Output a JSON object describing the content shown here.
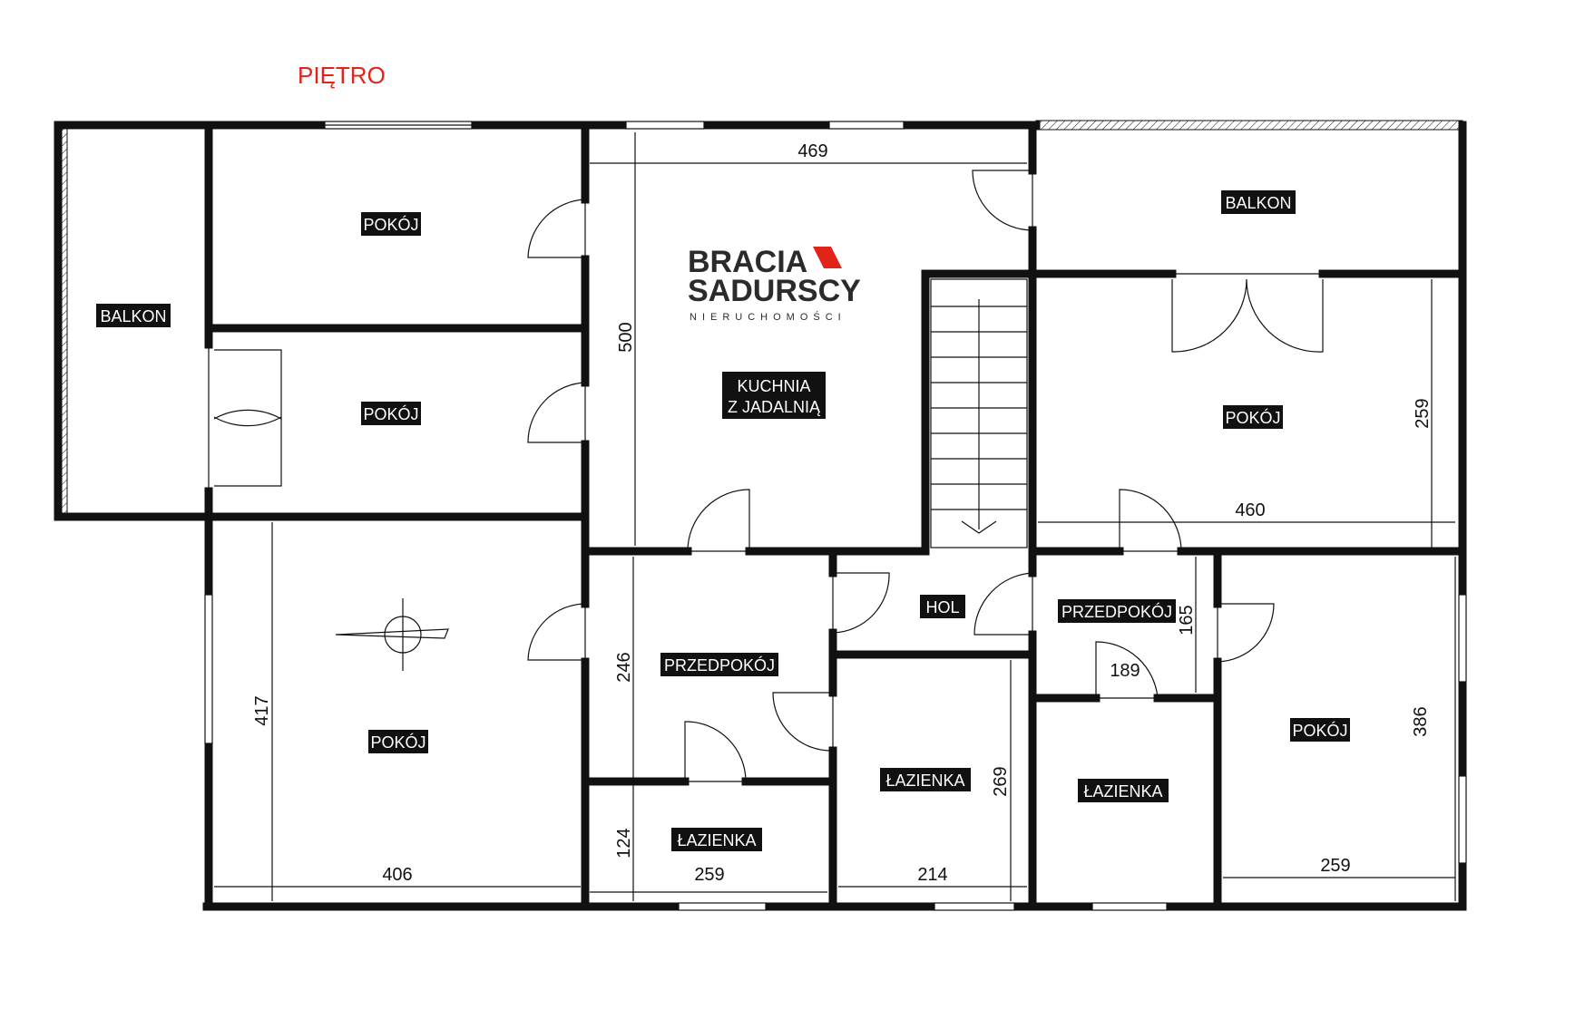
{
  "title": "PIĘTRO",
  "brand": {
    "line1": "BRACIA",
    "line2": "SADURSCY",
    "line3": "NIERUCHOMOŚCI",
    "accent_color": "#e2231a"
  },
  "rooms": [
    {
      "id": "balkon-left",
      "label": "BALKON"
    },
    {
      "id": "pokoj-top-left",
      "label": "POKÓJ"
    },
    {
      "id": "pokoj-mid-left",
      "label": "POKÓJ"
    },
    {
      "id": "kuchnia",
      "label": "KUCHNIA",
      "label2": "Z JADALNIĄ"
    },
    {
      "id": "balkon-right",
      "label": "BALKON"
    },
    {
      "id": "pokoj-right",
      "label": "POKÓJ"
    },
    {
      "id": "pokoj-bottom-left",
      "label": "POKÓJ"
    },
    {
      "id": "przedpokoj-left",
      "label": "PRZEDPOKÓJ"
    },
    {
      "id": "hol",
      "label": "HOL"
    },
    {
      "id": "przedpokoj-right",
      "label": "PRZEDPOKÓJ"
    },
    {
      "id": "lazienka-small",
      "label": "ŁAZIENKA"
    },
    {
      "id": "lazienka-mid",
      "label": "ŁAZIENKA"
    },
    {
      "id": "lazienka-right",
      "label": "ŁAZIENKA"
    },
    {
      "id": "pokoj-bottom-right",
      "label": "POKÓJ"
    }
  ],
  "dimensions": {
    "kitchen_width": "469",
    "kitchen_height": "500",
    "pokoj_right_width": "460",
    "pokoj_right_height": "259",
    "pokoj_bl_height": "417",
    "pokoj_bl_width": "406",
    "przedpokoj_height": "246",
    "lazienka_small_height": "124",
    "lazienka_small_width": "259",
    "lazienka_mid_width": "214",
    "lazienka_mid_height": "269",
    "przedpokoj_right_height": "165",
    "przedpokoj_right_width": "189",
    "pokoj_br_height": "386",
    "pokoj_br_width": "259"
  }
}
